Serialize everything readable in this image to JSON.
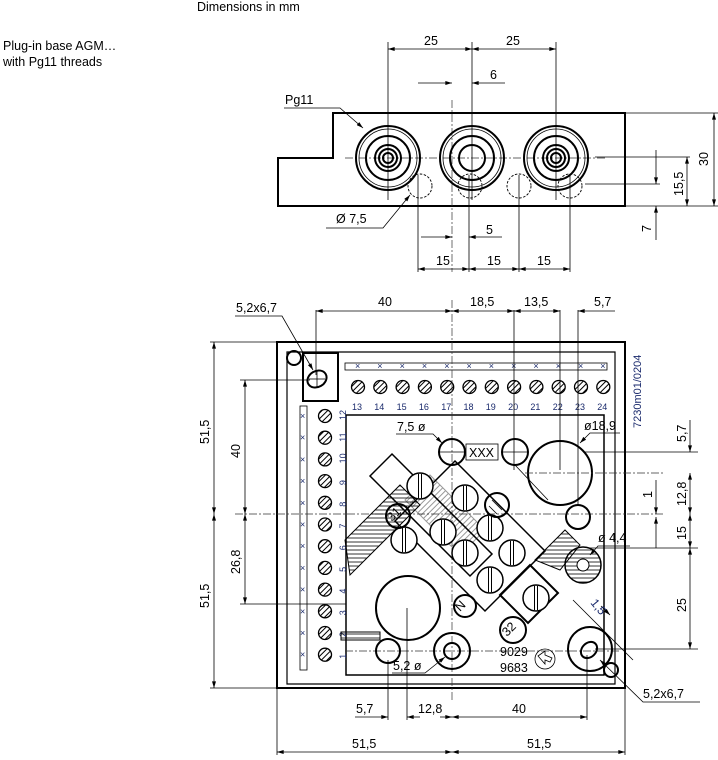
{
  "header": {
    "title": "Dimensions in mm",
    "caption_line1": "Plug-in base AGM…",
    "caption_line2": "with Pg11 threads"
  },
  "top_view": {
    "label_pg11": "Pg11",
    "dim_25_left": "25",
    "dim_25_right": "25",
    "dim_6": "6",
    "dim_dia_7_5": "Ø 7,5",
    "dim_5": "5",
    "dim_15_a": "15",
    "dim_15_b": "15",
    "dim_15_c": "15",
    "dim_30": "30",
    "dim_15_5": "15,5",
    "dim_7": "7"
  },
  "bottom_view": {
    "drawing_code": "7230m01/0204",
    "label_slot_top": "5,2x6,7",
    "label_slot_bottom": "5,2x6,7",
    "dim_top_40": "40",
    "dim_top_18_5": "18,5",
    "dim_top_13_5": "13,5",
    "dim_top_5_7": "5,7",
    "dim_left_51_5_top": "51,5",
    "dim_left_51_5_bottom": "51,5",
    "dim_left_40": "40",
    "dim_left_26_8": "26,8",
    "dim_right_5_7": "5,7",
    "dim_right_12_8": "12,8",
    "dim_right_1": "1",
    "dim_right_15": "15",
    "dim_right_25": "25",
    "dim_dia_7_5": "7,5 ø",
    "dim_dia_18_9": "ø18,9",
    "dim_dia_4_4": "ø 4,4",
    "dim_dia_5_2": "5,2 ø",
    "dim_1_5": "1,5",
    "dim_bottom_5_7": "5,7",
    "dim_bottom_12_8": "12,8",
    "dim_bottom_40": "40",
    "dim_bottom_51_5_left": "51,5",
    "dim_bottom_51_5_right": "51,5",
    "xxx_box": "XXX",
    "circle_31": "31",
    "circle_32": "32",
    "circle_n": "N",
    "part_no_1": "9029",
    "part_no_2": "9683",
    "terminals_top": [
      "13",
      "14",
      "15",
      "16",
      "17",
      "18",
      "19",
      "20",
      "21",
      "22",
      "23",
      "24"
    ],
    "terminals_left": [
      "12",
      "11",
      "10",
      "9",
      "8",
      "7",
      "6",
      "5",
      "4",
      "3",
      "2",
      "1"
    ]
  }
}
